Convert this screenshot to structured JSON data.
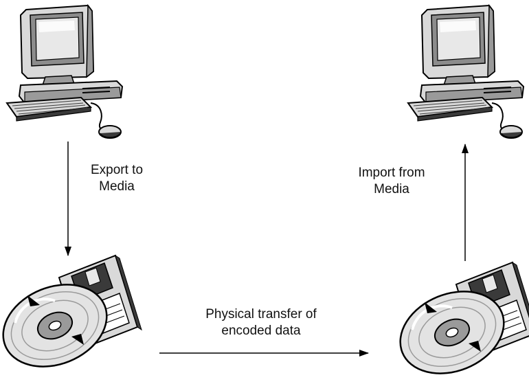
{
  "labels": {
    "export": [
      "Export to",
      "Media"
    ],
    "import": [
      "Import from",
      "Media"
    ],
    "transfer": [
      "Physical transfer of",
      "encoded data"
    ]
  },
  "icons": {
    "source_computer": "desktop-computer-icon",
    "target_computer": "desktop-computer-icon",
    "source_media": "cd-and-floppy-disk-icon",
    "target_media": "cd-and-floppy-disk-icon"
  },
  "colors": {
    "line": "#000000",
    "text": "#111111",
    "shade_light": "#d9d9d9",
    "shade_mid": "#9a9a9a",
    "shade_dark": "#3a3a3a"
  }
}
